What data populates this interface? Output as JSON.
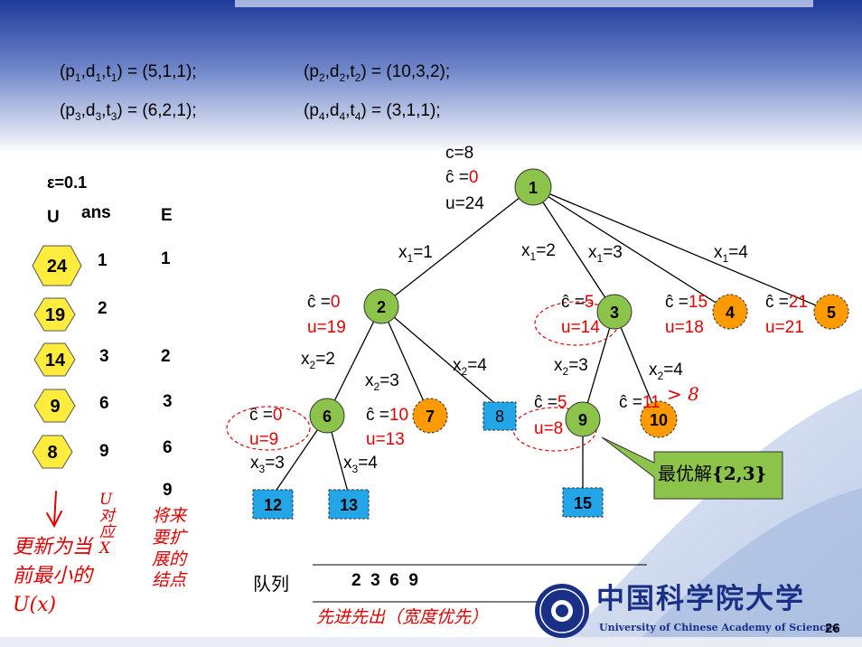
{
  "colors": {
    "green": "#8cc34a",
    "orange": "#ff9a00",
    "blue": "#22a6e8",
    "yellow": "#ffec3d",
    "red": "#e00000",
    "navy": "#1a2f86"
  },
  "equations": {
    "eq1": {
      "a": "(p",
      "s1": "1",
      "b": ",d",
      "s2": "1",
      "c": ",t",
      "s3": "1",
      "d": ") = (5,1,1);"
    },
    "eq2": {
      "a": "(p",
      "s1": "2",
      "b": ",d",
      "s2": "2",
      "c": ",t",
      "s3": "2",
      "d": ") = (10,3,2);"
    },
    "eq3": {
      "a": "(p",
      "s1": "3",
      "b": ",d",
      "s2": "3",
      "c": ",t",
      "s3": "3",
      "d": ") = (6,2,1);"
    },
    "eq4": {
      "a": "(p",
      "s1": "4",
      "b": ",d",
      "s2": "4",
      "c": ",t",
      "s3": "4",
      "d": ") = (3,1,1);"
    }
  },
  "left_table": {
    "epsilon": "ε=0.1",
    "headers": {
      "u": "U",
      "ans": "ans",
      "e": "E"
    },
    "u_values": [
      "24",
      "19",
      "14",
      "9",
      "8"
    ],
    "ans_values": [
      "1",
      "2",
      "3",
      "6",
      "9"
    ],
    "e_values": [
      "1",
      "2",
      "3",
      "6",
      "9"
    ]
  },
  "root_info": {
    "c": "c=8",
    "chat_label": "ĉ =",
    "chat_value": "0",
    "u": "u=24"
  },
  "nodes": {
    "n1": "1",
    "n2": "2",
    "n3": "3",
    "n4": "4",
    "n5": "5",
    "n6": "6",
    "n7": "7",
    "n8": "8",
    "n9": "9",
    "n10": "10",
    "n12": "12",
    "n13": "13",
    "n15": "15"
  },
  "edge_labels": {
    "x1_1": {
      "v": "x",
      "s": "1",
      "r": "=1"
    },
    "x1_2": {
      "v": "x",
      "s": "1",
      "r": "=2"
    },
    "x1_3": {
      "v": "x",
      "s": "1",
      "r": "=3"
    },
    "x1_4": {
      "v": "x",
      "s": "1",
      "r": "=4"
    },
    "x2_2": {
      "v": "x",
      "s": "2",
      "r": "=2"
    },
    "x2_3a": {
      "v": "x",
      "s": "2",
      "r": "=3"
    },
    "x2_4a": {
      "v": "x",
      "s": "2",
      "r": "=4"
    },
    "x2_3b": {
      "v": "x",
      "s": "2",
      "r": "=3"
    },
    "x2_4b": {
      "v": "x",
      "s": "2",
      "r": "=4"
    },
    "x3_3": {
      "v": "x",
      "s": "3",
      "r": "=3"
    },
    "x3_4": {
      "v": "x",
      "s": "3",
      "r": "=4"
    }
  },
  "node_info": {
    "n2": {
      "chat_label": "ĉ =",
      "chat_value": "0",
      "u": "u=19"
    },
    "n3": {
      "chat_label": "ĉ =",
      "chat_value": "5",
      "u": "u=14"
    },
    "n4": {
      "chat_label": "ĉ =",
      "chat_value": "15",
      "u": "u=18"
    },
    "n5": {
      "chat_label": "ĉ =",
      "chat_value": "21",
      "u": "u=21"
    },
    "n6": {
      "chat_label": "ĉ =",
      "chat_value": "0",
      "u": "u=9"
    },
    "n7": {
      "chat_label": "ĉ =",
      "chat_value": "10",
      "u": "u=13"
    },
    "n9": {
      "chat_label": "ĉ =",
      "chat_value": "5",
      "u": "u=8"
    },
    "n10": {
      "chat_label": "ĉ =",
      "chat_value": "11"
    }
  },
  "callout": {
    "text": "最优解",
    "set": "{2,3}"
  },
  "queue": {
    "label": "队列",
    "values": "2  3  6  9"
  },
  "annotations": {
    "n10_note": "> 8",
    "col_u_note": "更新为当前最小的U(x)",
    "col_ans_note": "U对应X",
    "col_e_note": "将来要扩展的结点",
    "queue_note": "先进先出（宽度优先）"
  },
  "footer": {
    "university_cn": "中国科学院大学",
    "university_en": "University of Chinese Academy of Sciences",
    "page": "26"
  }
}
